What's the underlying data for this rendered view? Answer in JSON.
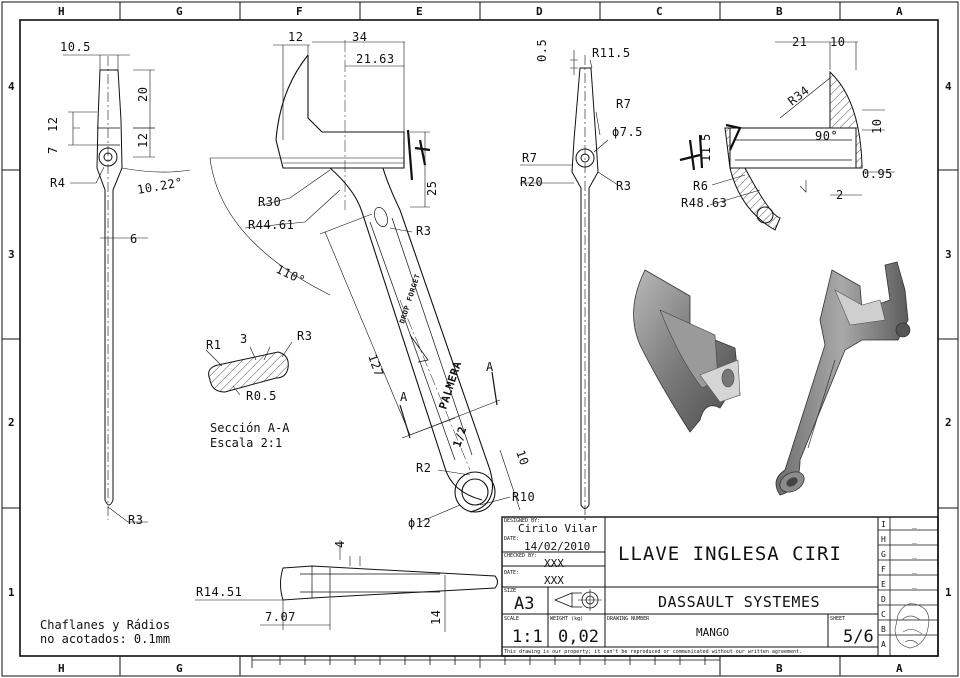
{
  "zones": {
    "columns_top": [
      "H",
      "G",
      "F",
      "E",
      "D",
      "C",
      "B",
      "A"
    ],
    "columns_bottom": [
      "H",
      "G",
      "B",
      "A"
    ],
    "rows": [
      "4",
      "3",
      "2",
      "1"
    ]
  },
  "dims": {
    "d_10_5": "10.5",
    "d_20": "20",
    "d_12a": "12",
    "d_7": "7",
    "d_12b": "12",
    "d_r4": "R4",
    "d_10_22": "10.22°",
    "d_6": "6",
    "d_r3_side": "R3",
    "d_12_top": "12",
    "d_34": "34",
    "d_21_63": "21.63",
    "d_25": "25",
    "d_r30": "R30",
    "d_r44_61": "R44.61",
    "d_r3_slot": "R3",
    "d_110": "110°",
    "d_127": "127",
    "d_a_left": "A",
    "d_a_right": "A",
    "d_r2": "R2",
    "d_10_end": "10",
    "d_r10": "R10",
    "d_phi12": "ϕ12",
    "d_0_5": "0.5",
    "d_r11_5": "R11.5",
    "d_r7a": "R7",
    "d_phi7_5": "ϕ7.5",
    "d_r7b": "R7",
    "d_r20": "R20",
    "d_r3_front": "R3",
    "d_21": "21",
    "d_10_det": "10",
    "d_r34": "R34",
    "d_90": "90°",
    "d_10_det_v": "10",
    "d_5": "5",
    "d_11": "11",
    "d_0_95": "0.95",
    "d_r6": "R6",
    "d_2": "2",
    "d_r48_63": "R48.63",
    "d_r1": "R1",
    "d_3": "3",
    "d_r3_sec": "R3",
    "d_r0_5": "R0.5",
    "d_4": "4",
    "d_r14_51": "R14.51",
    "d_7_07": "7.07",
    "d_14": "14"
  },
  "engraving": {
    "brand": "PALMERA",
    "motto": "DROP FORGET",
    "size": "1/2"
  },
  "section_label": "Sección A-A",
  "section_scale": "Escala 2:1",
  "general_note_1": "Chaflanes y Rádios",
  "general_note_2": "no acotados: 0.1mm",
  "title_block": {
    "designed_by_label": "DESIGNED BY:",
    "designer": "Cirilo Vilar",
    "date_label_1": "DATE:",
    "date_1": "14/02/2010",
    "checked_by_label": "CHECKED BY:",
    "checked_by": "XXX",
    "date_label_2": "DATE:",
    "date_2": "XXX",
    "size_label": "SIZE",
    "size": "A3",
    "title": "LLAVE INGLESA CIRI",
    "company": "DASSAULT SYSTEMES",
    "scale_label": "SCALE",
    "scale": "1:1",
    "weight_label": "WEIGHT (kg)",
    "weight": "0,02",
    "drawing_number_label": "DRAWING NUMBER",
    "drawing_number": "MANGO",
    "sheet_label": "SHEET",
    "sheet": "5/6",
    "disclaimer": "This drawing is our property; it can't be reproduced or communicated without our written agreement.",
    "revisions": [
      {
        "letter": "I",
        "value": "_"
      },
      {
        "letter": "H",
        "value": "_"
      },
      {
        "letter": "G",
        "value": "_"
      },
      {
        "letter": "F",
        "value": "_"
      },
      {
        "letter": "E",
        "value": "_"
      },
      {
        "letter": "D",
        "value": ""
      },
      {
        "letter": "C",
        "value": ""
      },
      {
        "letter": "B",
        "value": ""
      },
      {
        "letter": "A",
        "value": ""
      }
    ]
  }
}
